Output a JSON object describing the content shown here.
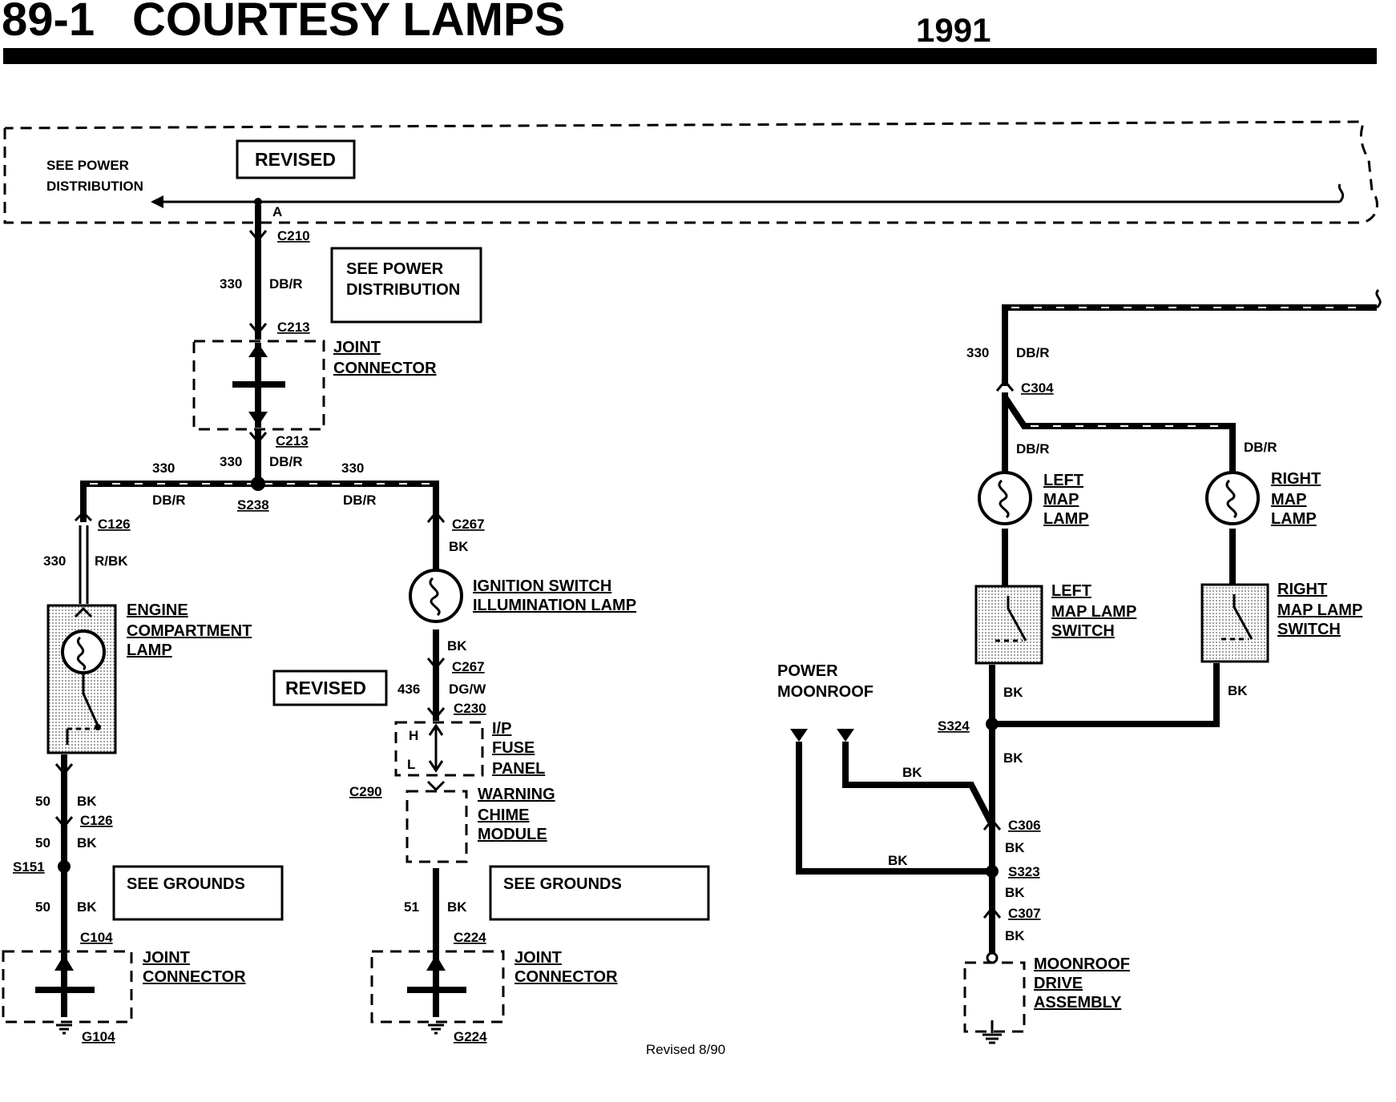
{
  "header": {
    "page_number": "89-1",
    "title": "COURTESY LAMPS",
    "year": "1991"
  },
  "power_bus": {
    "see_power_line1": "SEE POWER",
    "see_power_line2": "DISTRIBUTION",
    "pin_label": "A",
    "revised_label": "REVISED"
  },
  "top_feed": {
    "c210": "C210",
    "circuit": "330",
    "color": "DB/R",
    "c213_top": "C213",
    "see_power_line1": "SEE POWER",
    "see_power_line2": "DISTRIBUTION",
    "joint_line1": "JOINT",
    "joint_line2": "CONNECTOR",
    "c213_bottom": "C213",
    "circuit_bottom": "330",
    "color_bottom": "DB/R"
  },
  "splice_s238": {
    "label": "S238",
    "left_circuit": "330",
    "left_color": "DB/R",
    "right_circuit": "330",
    "right_color": "DB/R"
  },
  "engine_branch": {
    "c126_top": "C126",
    "circuit": "330",
    "color": "R/BK",
    "lamp_line1": "ENGINE",
    "lamp_line2": "COMPARTMENT",
    "lamp_line3": "LAMP",
    "circuit_50a": "50",
    "color_a": "BK",
    "c126_bottom": "C126",
    "circuit_50b": "50",
    "color_b": "BK",
    "s151": "S151",
    "see_grounds": "SEE GROUNDS",
    "circuit_50c": "50",
    "color_c": "BK",
    "c104": "C104",
    "joint_line1": "JOINT",
    "joint_line2": "CONNECTOR",
    "g104": "G104"
  },
  "ignition_branch": {
    "c267_top": "C267",
    "color_top": "BK",
    "lamp_line1": "IGNITION SWITCH",
    "lamp_line2": "ILLUMINATION LAMP",
    "color_mid": "BK",
    "c267_bottom": "C267",
    "circuit_436": "436",
    "color_436": "DG/W",
    "c230": "C230",
    "revised_label": "REVISED",
    "fuse_line1": "I/P",
    "fuse_line2": "FUSE",
    "fuse_line3": "PANEL",
    "fuse_h": "H",
    "fuse_l": "L",
    "c290": "C290",
    "chime_line1": "WARNING",
    "chime_line2": "CHIME",
    "chime_line3": "MODULE",
    "see_grounds": "SEE GROUNDS",
    "circuit_51": "51",
    "color_51": "BK",
    "c224": "C224",
    "joint_line1": "JOINT",
    "joint_line2": "CONNECTOR",
    "g224": "G224"
  },
  "map_lamps": {
    "circuit": "330",
    "color_top": "DB/R",
    "c304": "C304",
    "left_color": "DB/R",
    "right_color": "DB/R",
    "left_lamp_line1": "LEFT",
    "left_lamp_line2": "MAP",
    "left_lamp_line3": "LAMP",
    "right_lamp_line1": "RIGHT",
    "right_lamp_line2": "MAP",
    "right_lamp_line3": "LAMP",
    "left_switch_line1": "LEFT",
    "left_switch_line2": "MAP LAMP",
    "left_switch_line3": "SWITCH",
    "right_switch_line1": "RIGHT",
    "right_switch_line2": "MAP LAMP",
    "right_switch_line3": "SWITCH",
    "left_sw_color": "BK",
    "right_sw_color": "BK"
  },
  "moonroof": {
    "power_line1": "POWER",
    "power_line2": "MOONROOF",
    "s324": "S324",
    "color_a": "BK",
    "color_b": "BK",
    "c306": "C306",
    "color_c": "BK",
    "color_d": "BK",
    "s323": "S323",
    "color_e": "BK",
    "c307": "C307",
    "color_f": "BK",
    "drive_line1": "MOONROOF",
    "drive_line2": "DRIVE",
    "drive_line3": "ASSEMBLY"
  },
  "footer": {
    "revision_note": "Revised 8/90"
  }
}
